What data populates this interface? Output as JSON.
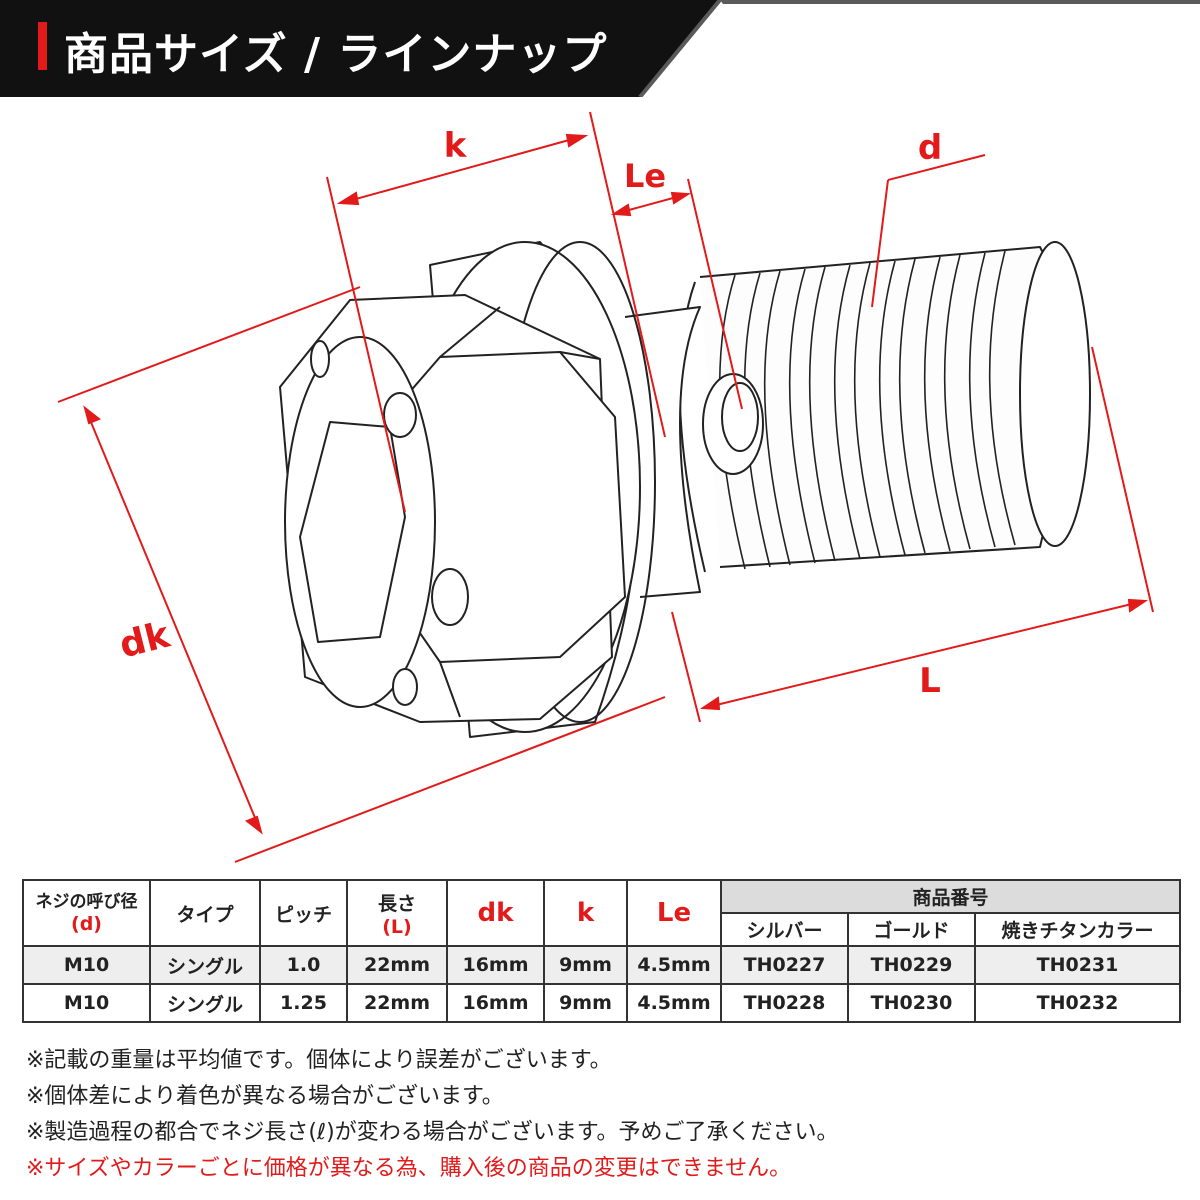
{
  "header": {
    "title": "商品サイズ / ラインナップ"
  },
  "colors": {
    "accent": "#e21a1a",
    "banner": "#111111",
    "banner_stripe": "#5a5a5a"
  },
  "diagram": {
    "labels": {
      "k": "k",
      "le": "Le",
      "d": "d",
      "dk": "dk",
      "l": "L"
    }
  },
  "table": {
    "headers": {
      "nominal_line1": "ネジの呼び径",
      "nominal_line2": "(d)",
      "type": "タイプ",
      "pitch": "ピッチ",
      "length_line1": "長さ",
      "length_line2": "(L)",
      "dk": "dk",
      "k": "k",
      "le": "Le",
      "product_number": "商品番号",
      "silver": "シルバー",
      "gold": "ゴールド",
      "burnt_titanium": "焼きチタンカラー"
    },
    "rows": [
      {
        "d": "M10",
        "type": "シングル",
        "pitch": "1.0",
        "length": "22mm",
        "dk": "16mm",
        "k": "9mm",
        "le": "4.5mm",
        "silver": "TH0227",
        "gold": "TH0229",
        "burnt": "TH0231"
      },
      {
        "d": "M10",
        "type": "シングル",
        "pitch": "1.25",
        "length": "22mm",
        "dk": "16mm",
        "k": "9mm",
        "le": "4.5mm",
        "silver": "TH0228",
        "gold": "TH0230",
        "burnt": "TH0232"
      }
    ]
  },
  "notes": [
    "※記載の重量は平均値です。個体により誤差がございます。",
    "※個体差により着色が異なる場合がございます。",
    "※製造過程の都合でネジ長さ(ℓ)が変わる場合がございます。予めご了承ください。",
    "※サイズやカラーごとに価格が異なる為、購入後の商品の変更はできません。"
  ]
}
